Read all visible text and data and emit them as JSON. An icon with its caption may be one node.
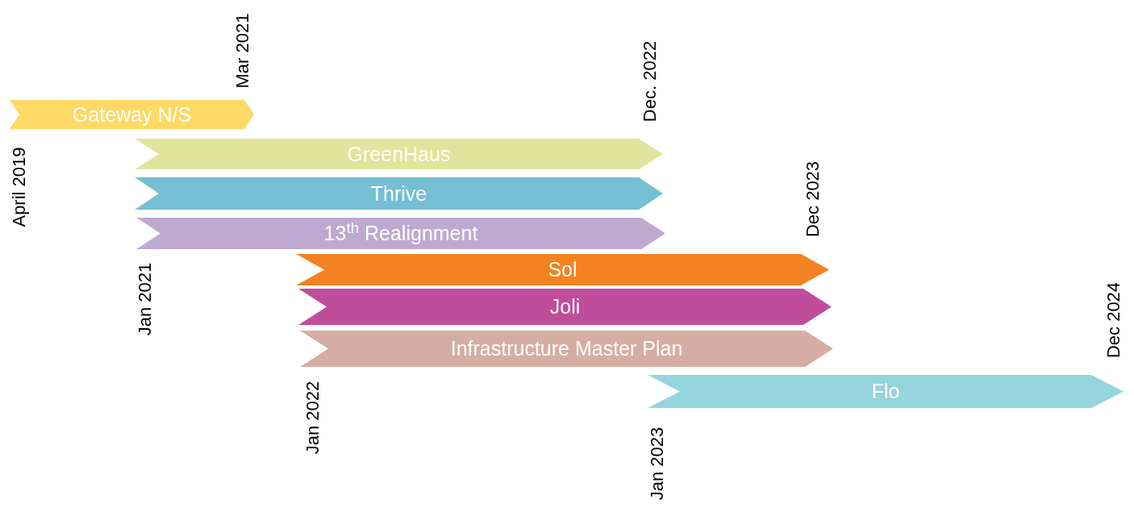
{
  "diagram": {
    "nodes": [
      {
        "text": [
          "Gateway N/S"
        ]
      },
      {
        "text": [
          "GreenHaus"
        ]
      },
      {
        "text": [
          "Thrive"
        ]
      },
      {
        "text": [
          "13$^{th}$ Realignment"
        ]
      },
      {
        "text": [
          "Sol"
        ]
      },
      {
        "text": [
          "Joli"
        ]
      },
      {
        "text": [
          "Infrastructure Master Plan"
        ]
      },
      {
        "text": [
          "Flo"
        ]
      }
    ],
    "labels": [
      "Mar 2021",
      "Dec. 2022",
      "April 2019",
      "Dec 2023",
      "Jan 2021",
      "Dec 2024",
      "Jan 2022",
      "Jan 2023"
    ]
  }
}
